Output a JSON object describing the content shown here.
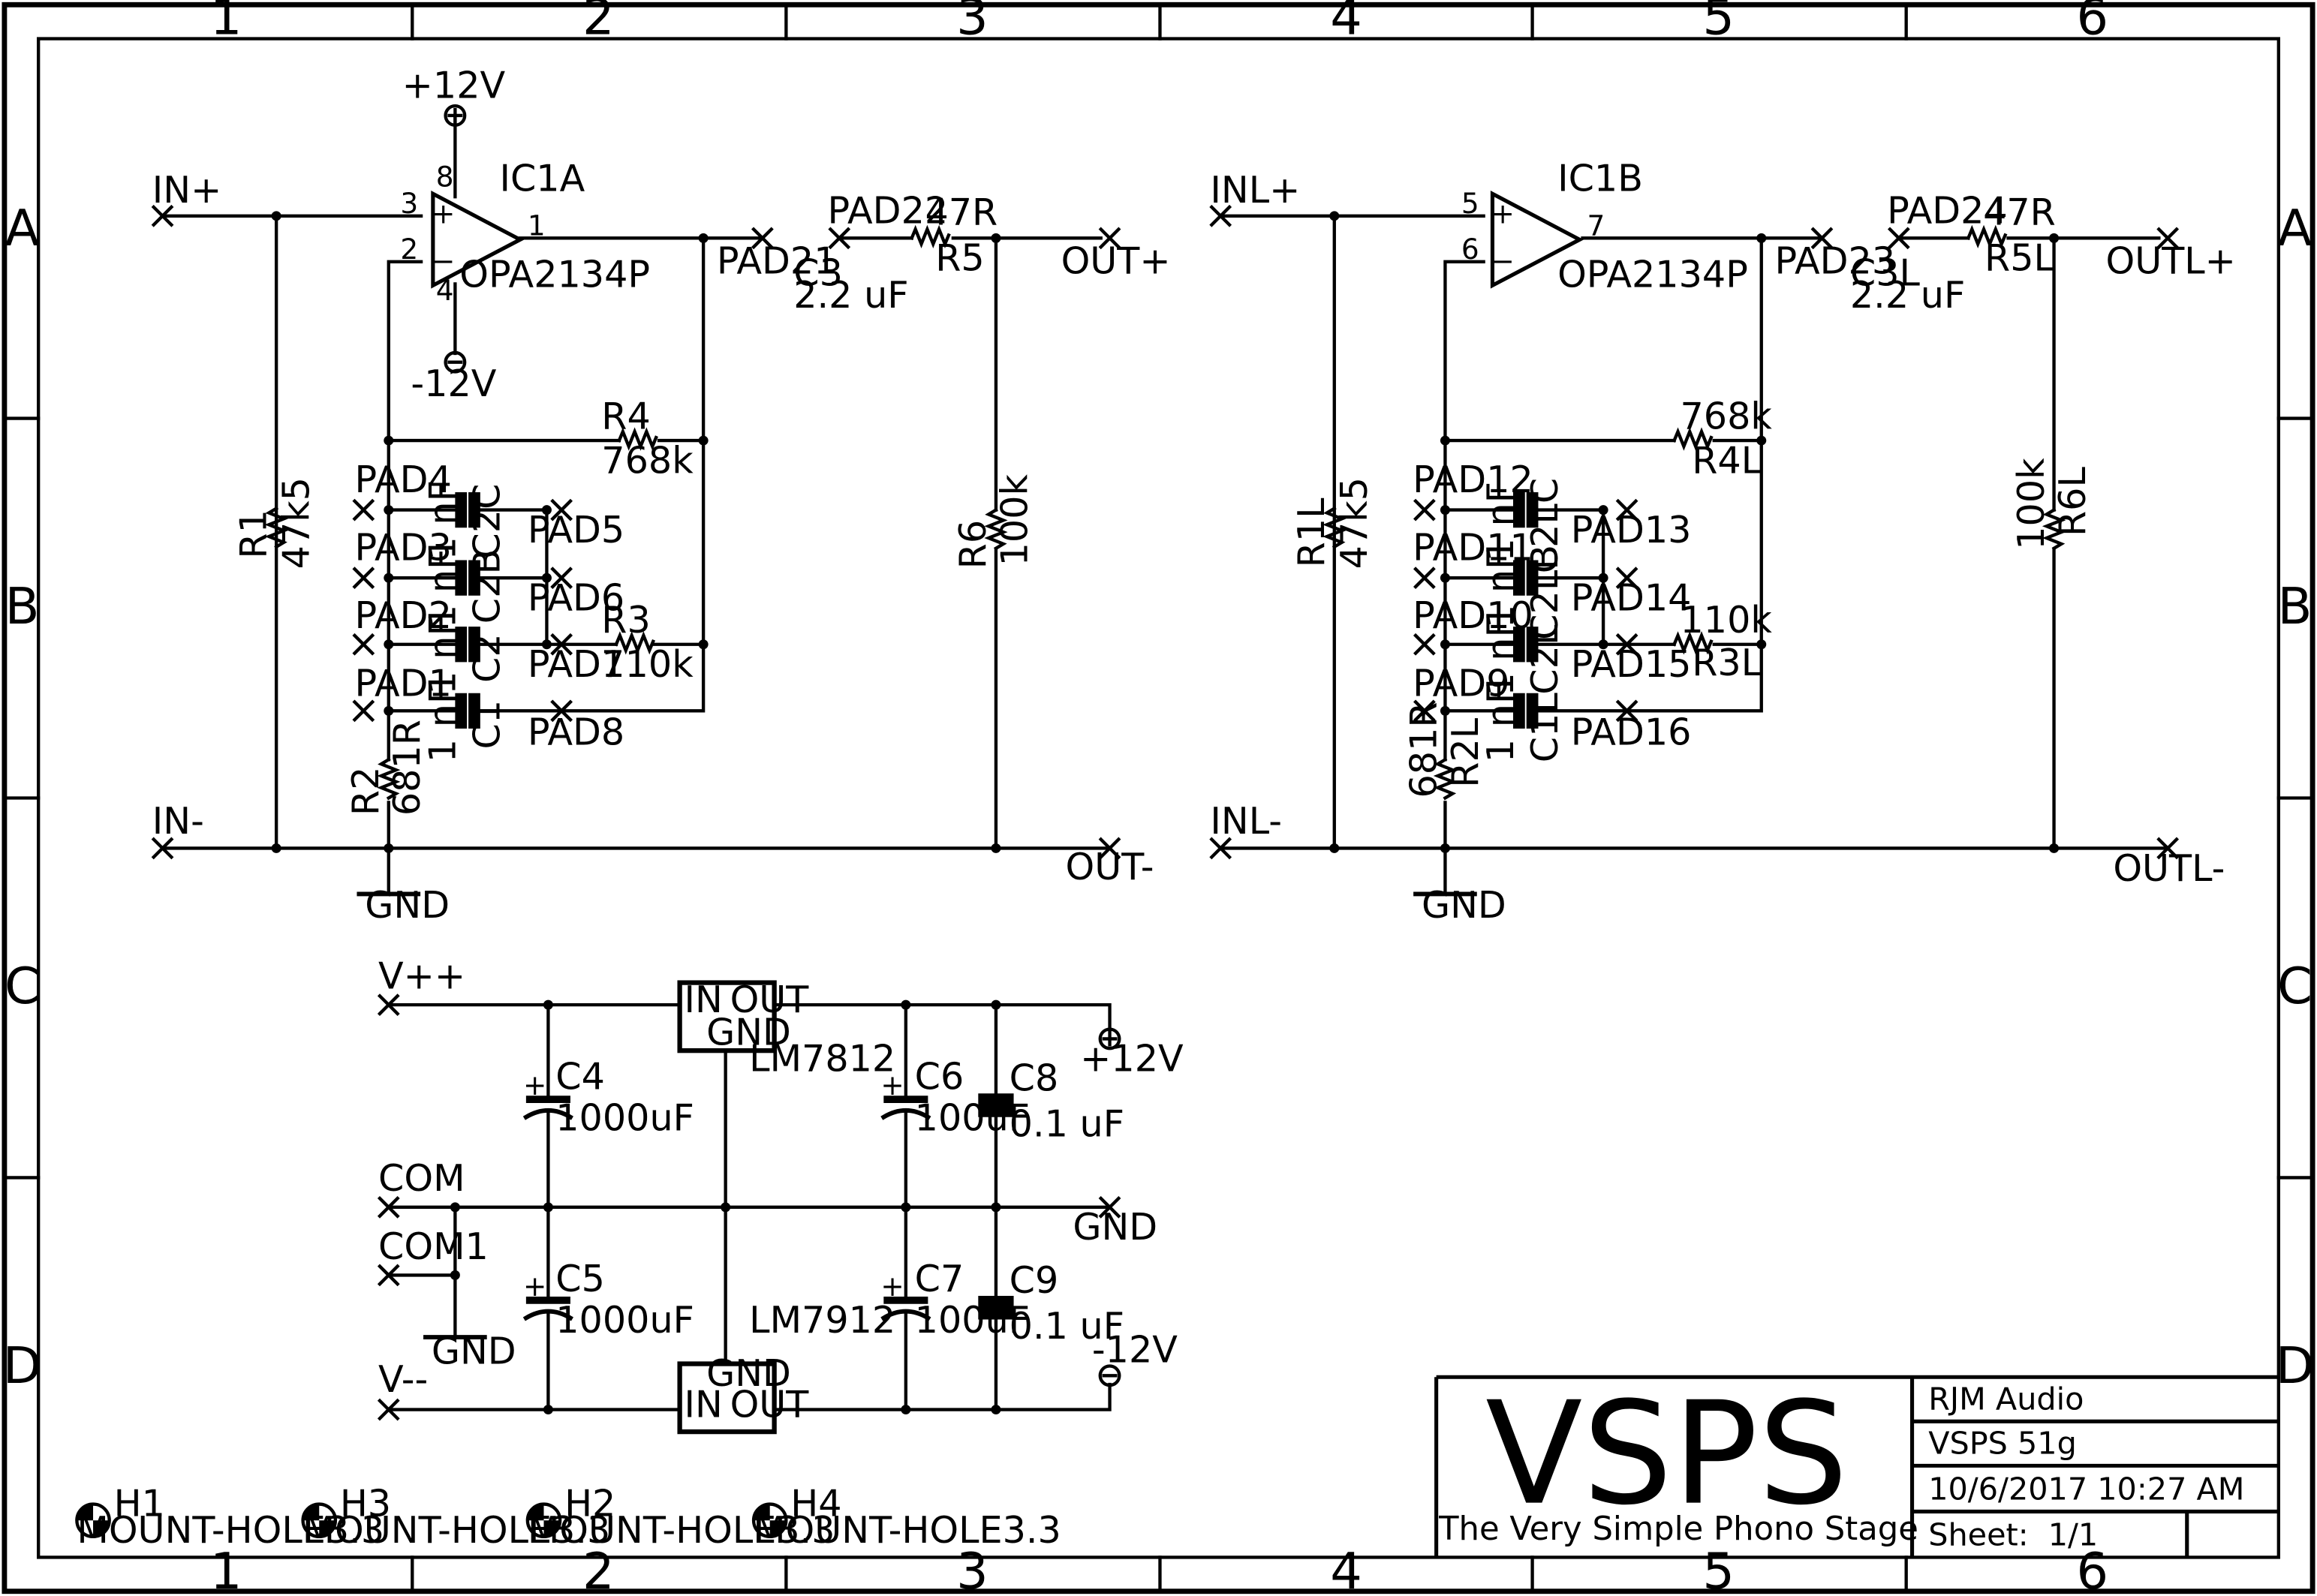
{
  "frame": {
    "columns": [
      "1",
      "2",
      "3",
      "4",
      "5",
      "6"
    ],
    "rows": [
      "A",
      "B",
      "C",
      "D"
    ]
  },
  "title_block": {
    "logo": "VSPS",
    "subtitle": "The Very Simple Phono Stage",
    "company": "RJM Audio",
    "project": "VSPS 51g",
    "datetime": "10/6/2017 10:27 AM",
    "sheet_label": "Sheet:",
    "sheet_value": "1/1"
  },
  "right_channel": {
    "opamp_name": "IC1A",
    "opamp_value": "OPA2134P",
    "pins": {
      "plus": "3",
      "minus": "2",
      "out": "1",
      "vplus": "8",
      "vminus": "4"
    },
    "supply_pos": "+12V",
    "supply_neg": "-12V",
    "in_plus": "IN+",
    "in_minus": "IN-",
    "out_plus": "OUT+",
    "out_minus": "OUT-",
    "gnd": "GND",
    "pad_out": "PAD21",
    "pad_series": "PAD22",
    "c_out": {
      "name": "C3",
      "value": "2.2 uF"
    },
    "r_series": {
      "name": "R5",
      "value": "47R"
    },
    "r_load": {
      "name": "R6",
      "value": "100k"
    },
    "r_in": {
      "name": "R1",
      "value": "47k5"
    },
    "r_fb": {
      "name": "R4",
      "value": "768k"
    },
    "r_fb2": {
      "name": "R3",
      "value": "110k"
    },
    "r_gnd": {
      "name": "R2",
      "value": "681R"
    },
    "caps": [
      {
        "name": "C2C",
        "value": "1 nF",
        "pad_l": "PAD4",
        "pad_r": "PAD5"
      },
      {
        "name": "C2B",
        "value": "1 nF",
        "pad_l": "PAD3",
        "pad_r": "PAD6"
      },
      {
        "name": "C2",
        "value": "1 nF",
        "pad_l": "PAD2",
        "pad_r": "PAD7"
      },
      {
        "name": "C1",
        "value": "1 nF",
        "pad_l": "PAD1",
        "pad_r": "PAD8"
      }
    ]
  },
  "left_channel": {
    "opamp_name": "IC1B",
    "opamp_value": "OPA2134P",
    "pins": {
      "plus": "5",
      "minus": "6",
      "out": "7"
    },
    "in_plus": "INL+",
    "in_minus": "INL-",
    "out_plus": "OUTL+",
    "out_minus": "OUTL-",
    "gnd": "GND",
    "pad_out": "PAD23",
    "pad_series": "PAD24",
    "c_out": {
      "name": "C3L",
      "value": "2.2 uF"
    },
    "r_series": {
      "name": "R5L",
      "value": "47R"
    },
    "r_load": {
      "name": "R6L",
      "value": "100k"
    },
    "r_in": {
      "name": "R1L",
      "value": "47k5"
    },
    "r_fb": {
      "name": "R4L",
      "value": "768k"
    },
    "r_fb2": {
      "name": "R3L",
      "value": "110k"
    },
    "r_gnd": {
      "name": "R2L",
      "value": "681R"
    },
    "caps": [
      {
        "name": "C2LC",
        "value": "1 nF",
        "pad_l": "PAD12",
        "pad_r": "PAD13"
      },
      {
        "name": "C2LB",
        "value": "1 nF",
        "pad_l": "PAD11",
        "pad_r": "PAD14"
      },
      {
        "name": "C2L",
        "value": "1 nF",
        "pad_l": "PAD10",
        "pad_r": "PAD15"
      },
      {
        "name": "C1L",
        "value": "1 nF",
        "pad_l": "PAD9",
        "pad_r": "PAD16"
      }
    ]
  },
  "power": {
    "vpp": "V++",
    "vmm": "V--",
    "com": "COM",
    "com1": "COM1",
    "gnd": "GND",
    "gnd_out": "GND",
    "out_pos": "+12V",
    "out_neg": "-12V",
    "reg_pos": {
      "name": "LM7812",
      "in": "IN",
      "out": "OUT",
      "gnd": "GND"
    },
    "reg_neg": {
      "name": "LM7912",
      "in": "IN",
      "out": "OUT",
      "gnd": "GND"
    },
    "c4": {
      "name": "C4",
      "value": "1000uF"
    },
    "c5": {
      "name": "C5",
      "value": "1000uF"
    },
    "c6": {
      "name": "C6",
      "value": "100uF"
    },
    "c7": {
      "name": "C7",
      "value": "100uF"
    },
    "c8": {
      "name": "C8",
      "value": "0.1 uF"
    },
    "c9": {
      "name": "C9",
      "value": "0.1 uF"
    },
    "plus_mark": "+"
  },
  "mount_holes": [
    {
      "name": "H1",
      "value": "MOUNT-HOLE3.3"
    },
    {
      "name": "H3",
      "value": "MOUNT-HOLE3.3"
    },
    {
      "name": "H2",
      "value": "MOUNT-HOLE3.3"
    },
    {
      "name": "H4",
      "value": "MOUNT-HOLE3.3"
    }
  ],
  "pin_signs": {
    "plus": "+",
    "minus": "−"
  }
}
